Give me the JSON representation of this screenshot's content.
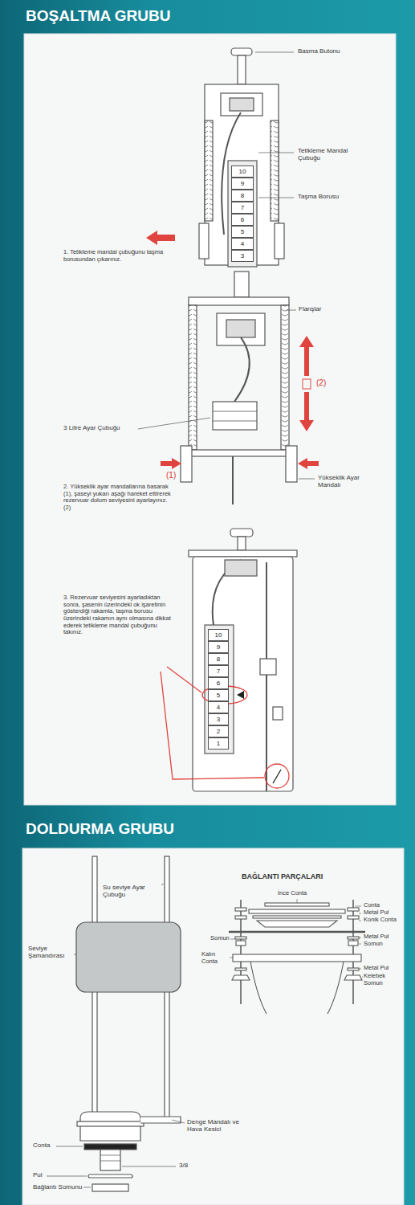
{
  "diagram": {
    "title": "BOŞALTMA GRUBU",
    "nodes": [
      {
        "text": [
          "10"
        ]
      },
      {
        "text": [
          "9"
        ]
      },
      {
        "text": [
          "8"
        ]
      },
      {
        "text": [
          "7"
        ]
      },
      {
        "text": [
          "6"
        ]
      },
      {
        "text": [
          "5"
        ]
      },
      {
        "text": [
          "4"
        ]
      },
      {
        "text": [
          "3"
        ]
      },
      {
        "text": [
          "10"
        ]
      },
      {
        "text": [
          "9"
        ]
      },
      {
        "text": [
          "8"
        ]
      },
      {
        "text": [
          "7"
        ]
      },
      {
        "text": [
          "6"
        ]
      },
      {
        "text": [
          "5"
        ]
      },
      {
        "text": [
          "4"
        ]
      },
      {
        "text": [
          "3"
        ]
      },
      {
        "text": [
          "2"
        ]
      },
      {
        "text": [
          "1"
        ]
      }
    ],
    "labels": [
      "DOLDURMA GRUBU",
      "Basma Butonu",
      "Tetikleme Mandal Çubuğu",
      "Taşma Borusu",
      "1. Tetikleme mandal çubuğunu taşma borusundan çıkarınız.",
      "Flanşlar",
      "(2)",
      "3 Litre Ayar Çubuğu",
      "(1)",
      "Yükseklik Ayar Mandalı",
      "2. Yükseklik ayar mandallarına basarak (1), şaseyi yukarı aşağı hareket ettirerek rezervuar dolum seviyesini ayarlayınız. (2)",
      "3. Rezervuar seviyesini ayarladıktan sonra, şasenin üzerindeki ok işaretinin gösterdiği rakamla, taşma borusu üzerindeki rakamın aynı olmasına dikkat ederek tetikleme mandal çubuğunu takınız.",
      "Su seviye Ayar Çubuğu",
      "Seviye Şamandırası",
      "Denge Mandalı ve Hava Kesici",
      "Conta",
      "3/8",
      "Pul",
      "Bağlantı Somunu",
      "BAĞLANTI PARÇALARI",
      "İnce Conta",
      "Somun",
      "Kalın Conta",
      "Conta",
      "Metal Pul",
      "Konik Conta",
      "Metal Pul",
      "Somun",
      "Metal Pul",
      "Kelebek Somun"
    ]
  }
}
